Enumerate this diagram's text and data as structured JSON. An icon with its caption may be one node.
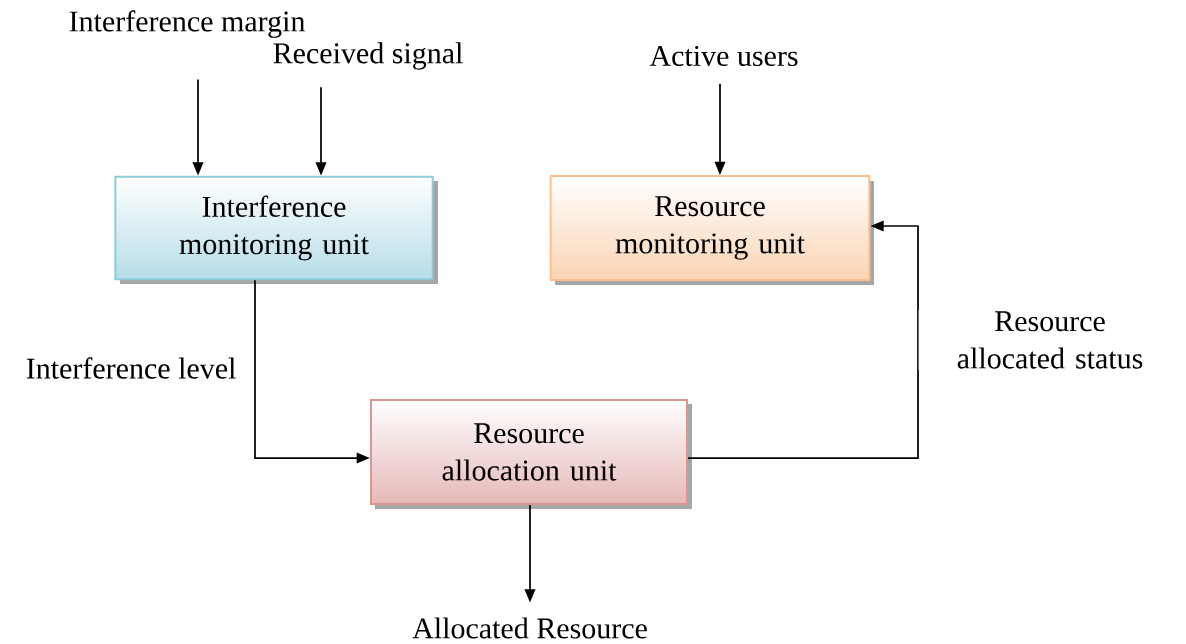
{
  "diagram": {
    "nodes": [
      {
        "text": [
          "Interference margin"
        ]
      },
      {
        "text": [
          "Received signal"
        ]
      },
      {
        "text": [
          "Active users"
        ]
      },
      {
        "text": [
          "Interference monitoring unit"
        ]
      },
      {
        "text": [
          "Resource monitoring unit"
        ]
      },
      {
        "text": [
          "Resource allocation unit"
        ]
      },
      {
        "text": [
          "Allocated Resource"
        ]
      }
    ],
    "edges": [
      {
        "from": 0,
        "to": 3,
        "arrow": "to"
      },
      {
        "from": 1,
        "to": 3,
        "arrow": "to"
      },
      {
        "from": 2,
        "to": 4,
        "arrow": "to"
      },
      {
        "from": 3,
        "to": 5,
        "arrow": "to",
        "label": "Interference level"
      },
      {
        "from": 5,
        "to": 4,
        "arrow": "to",
        "label": "Resource allocated status"
      },
      {
        "from": 5,
        "to": 6,
        "arrow": "to"
      }
    ]
  }
}
